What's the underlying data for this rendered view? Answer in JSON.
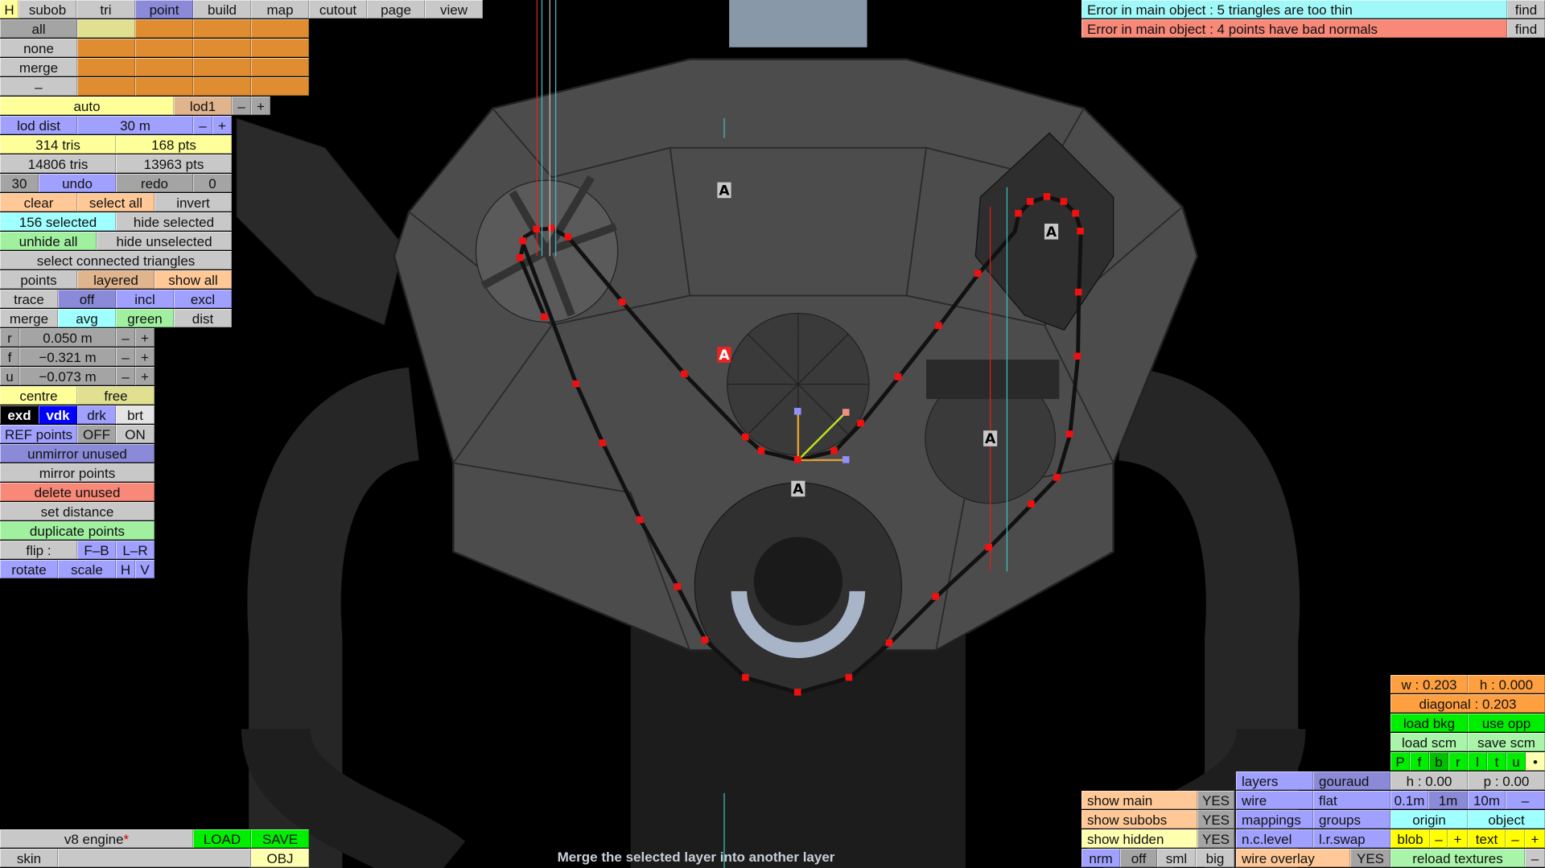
{
  "menu": [
    "H",
    "subob",
    "tri",
    "point",
    "build",
    "map",
    "cutout",
    "page",
    "view"
  ],
  "layers": {
    "all": "all",
    "none": "none",
    "merge": "merge",
    "minus": "–"
  },
  "lod": {
    "auto": "auto",
    "level": "lod1",
    "minus": "–",
    "plus": "+",
    "dist_label": "lod dist",
    "dist_value": "30 m"
  },
  "counts": {
    "tris": "314 tris",
    "pts": "168 pts",
    "total_tris": "14806 tris",
    "total_pts": "13963 pts"
  },
  "history": {
    "undo_count": "30",
    "undo": "undo",
    "redo": "redo",
    "redo_count": "0"
  },
  "select": {
    "clear": "clear",
    "select_all": "select all",
    "invert": "invert",
    "selected": "156 selected",
    "hide_selected": "hide selected",
    "unhide_all": "unhide all",
    "hide_unselected": "hide unselected",
    "select_connected": "select connected triangles"
  },
  "show": {
    "points": "points",
    "layered": "layered",
    "show_all": "show all"
  },
  "trace": {
    "trace": "trace",
    "off": "off",
    "incl": "incl",
    "excl": "excl"
  },
  "mergerow": {
    "merge": "merge",
    "avg": "avg",
    "green": "green",
    "dist": "dist"
  },
  "coords": [
    {
      "axis": "r",
      "value": "0.050 m"
    },
    {
      "axis": "f",
      "value": "−0.321 m"
    },
    {
      "axis": "u",
      "value": "−0.073 m"
    }
  ],
  "pm": {
    "minus": "–",
    "plus": "+"
  },
  "pivot": {
    "centre": "centre",
    "free": "free"
  },
  "bright": {
    "exd": "exd",
    "vdk": "vdk",
    "drk": "drk",
    "brt": "brt"
  },
  "ref": {
    "label": "REF points",
    "off": "OFF",
    "on": "ON"
  },
  "ops": {
    "unmirror": "unmirror unused",
    "mirror": "mirror points",
    "delete": "delete unused",
    "set_distance": "set distance",
    "duplicate": "duplicate points",
    "flip": "flip :",
    "fb": "F–B",
    "lr": "L–R",
    "rotate": "rotate",
    "scale": "scale",
    "h": "H",
    "v": "V"
  },
  "errors": [
    {
      "text": "Error in main object : 5 triangles are too thin",
      "action": "find",
      "color": "#a0f8f8"
    },
    {
      "text": "Error in main object : 4 points have bad normals",
      "action": "find",
      "color": "#f88878"
    }
  ],
  "file": {
    "name": "v8 engine",
    "modified": "*",
    "load": "LOAD",
    "save": "SAVE",
    "skin": "skin",
    "skin_value": "",
    "obj": "OBJ"
  },
  "status": "Merge the selected layer into another layer",
  "measure": {
    "w": "w : 0.203",
    "h": "h : 0.000",
    "diagonal": "diagonal : 0.203"
  },
  "bkg": {
    "load_bkg": "load bkg",
    "use_opp": "use opp",
    "load_scm": "load scm",
    "save_scm": "save scm"
  },
  "views": [
    "P",
    "f",
    "b",
    "r",
    "l",
    "t",
    "u",
    "•"
  ],
  "hp": {
    "h": "h : 0.00",
    "p": "p : 0.00"
  },
  "grid": {
    "g01": "0.1m",
    "g1": "1m",
    "g10": "10m",
    "minus": "–"
  },
  "origin": {
    "origin": "origin",
    "object": "object"
  },
  "blob": {
    "blob": "blob",
    "minus": "–",
    "plus": "+",
    "text": "text",
    "tminus": "–",
    "tplus": "+"
  },
  "reload": {
    "label": "reload textures",
    "minus": "–"
  },
  "render": {
    "layers": "layers",
    "gouraud": "gouraud",
    "wire": "wire",
    "flat": "flat",
    "mappings": "mappings",
    "groups": "groups",
    "nclevel": "n.c.level",
    "lrswap": "l.r.swap",
    "wire_overlay": "wire overlay",
    "wire_overlay_val": "YES"
  },
  "visibility": [
    {
      "label": "show main",
      "value": "YES"
    },
    {
      "label": "show subobs",
      "value": "YES"
    },
    {
      "label": "show hidden",
      "value": "YES"
    }
  ],
  "normals": {
    "nrm": "nrm",
    "off": "off",
    "sml": "sml",
    "big": "big"
  },
  "viewport": {
    "marker": "A"
  }
}
